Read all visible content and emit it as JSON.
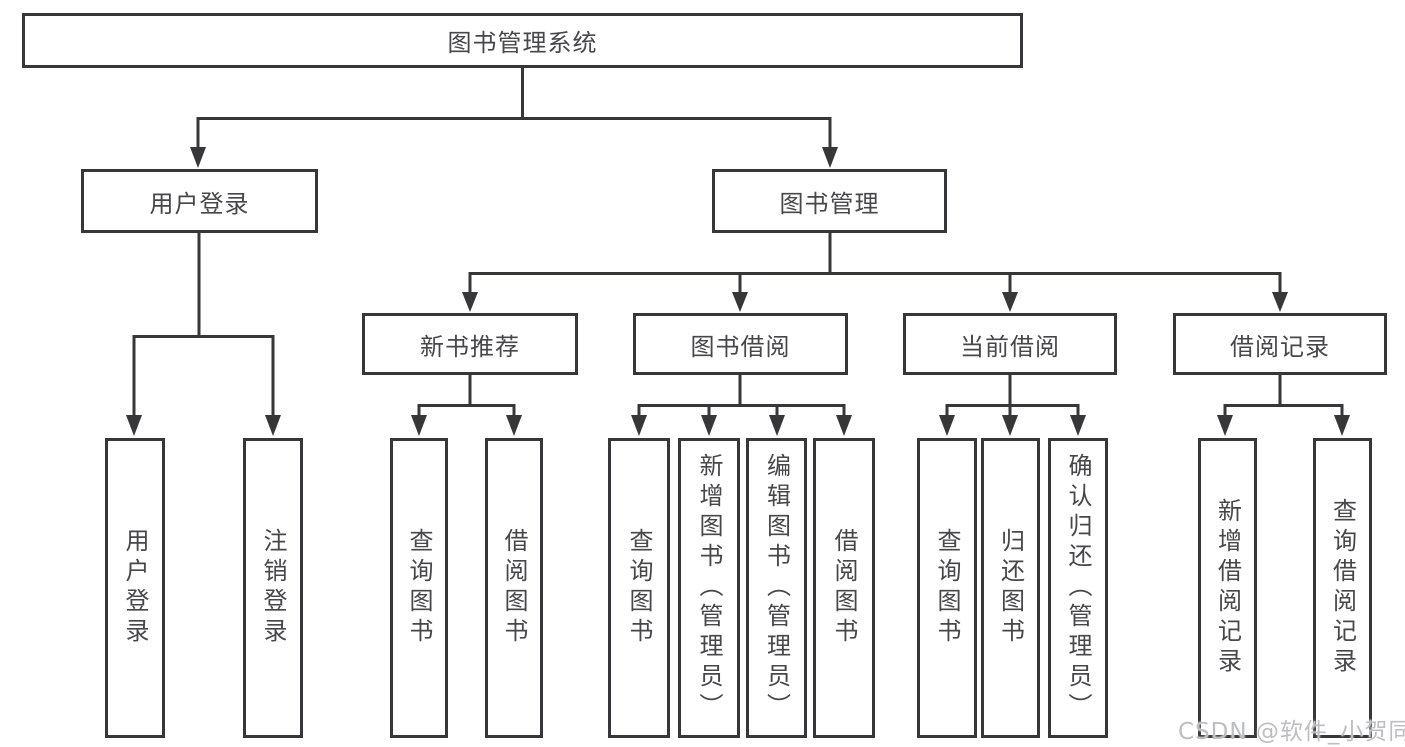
{
  "tree": {
    "root_label": "图书管理系统",
    "user_login": {
      "label": "用户登录",
      "children": [
        "用户登录",
        "注销登录"
      ]
    },
    "book_mgmt": {
      "label": "图书管理",
      "groups": [
        {
          "label": "新书推荐",
          "children": [
            "查询图书",
            "借阅图书"
          ]
        },
        {
          "label": "图书借阅",
          "children": [
            "查询图书",
            "新增图书（管理员）",
            "编辑图书（管理员）",
            "借阅图书"
          ]
        },
        {
          "label": "当前借阅",
          "children": [
            "查询图书",
            "归还图书",
            "确认归还（管理员）"
          ]
        },
        {
          "label": "借阅记录",
          "children": [
            "新增借阅记录",
            "查询借阅记录"
          ]
        }
      ]
    }
  },
  "watermark": "CSDN @软件_小贺同学",
  "colors": {
    "line": "#37373a",
    "text": "#47474a",
    "watermark": "#bdbec0",
    "background": "#ffffff"
  }
}
